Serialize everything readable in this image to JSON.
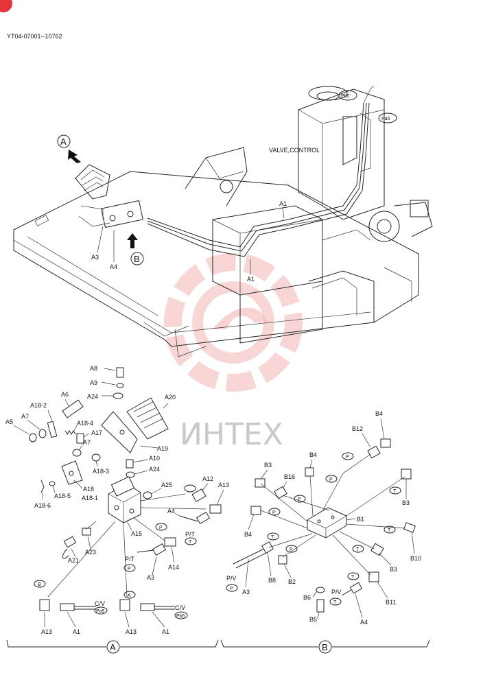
{
  "doc_id": "YT04-07001--10762",
  "watermark": "ИНТЕХ",
  "top": {
    "valve_label": "VALVE,CONTROL",
    "view_a": "A",
    "view_b": "B",
    "labels": {
      "a1_upper": "A1",
      "a1_lower": "A1",
      "a3": "A3",
      "a4": "A4",
      "pb5": "Pb5'",
      "pa5": "Pa5"
    }
  },
  "detail_a": {
    "section_label": "A",
    "labels": {
      "a8": "A8",
      "a9": "A9",
      "a24_top": "A24",
      "a20": "A20",
      "a6": "A6",
      "a18_2": "A18-2",
      "a7_top": "A7",
      "a5": "A5",
      "a18_4": "A18-4",
      "a17": "A17",
      "a19": "A19",
      "a7_mid": "A7",
      "a10": "A10",
      "a18_3": "A18-3",
      "a24_mid": "A24",
      "a18_5": "A18-5",
      "a18": "A18",
      "a18_1": "A18-1",
      "a18_6": "A18-6",
      "a25": "A25",
      "a12": "A12",
      "a13_right": "A13",
      "a4": "A4",
      "pt_right": "P/T",
      "t_right": "T",
      "p_right": "P",
      "a15": "A15",
      "a23": "A23",
      "a21": "A21",
      "a14": "A14",
      "pt_left": "P/T",
      "p_left": "P",
      "a3": "A3",
      "b_tag": "B",
      "a_tag": "A",
      "cv_left": "C/V",
      "pa5": "Pa5",
      "cv_right": "C/V",
      "pb5": "Pb5",
      "a13_bl": "A13",
      "a1_bl": "A1",
      "a13_br": "A13",
      "a1_br": "A1"
    }
  },
  "detail_b": {
    "section_label": "B",
    "labels": {
      "b4_top": "B4",
      "b12": "B12",
      "p_top": "P",
      "b3_left": "B3",
      "b4_mid": "B4",
      "b16": "B16",
      "p_mid": "P",
      "p_mid2": "P",
      "t_r": "T",
      "b3_right": "B3",
      "b4_low": "B4",
      "p_low": "P",
      "b1": "B1",
      "t_low": "T",
      "t_low2": "T",
      "b10": "B10",
      "p_b8": "P",
      "t_b2": "T",
      "b8": "B8",
      "b2": "B2",
      "b3_low": "B3",
      "pv": "P/V",
      "p_pv": "P",
      "a3": "A3",
      "t_b11": "T",
      "b11": "B11",
      "b6": "B6",
      "pv2": "P/V",
      "t_a4": "T",
      "b5": "B5",
      "a4": "A4"
    }
  }
}
